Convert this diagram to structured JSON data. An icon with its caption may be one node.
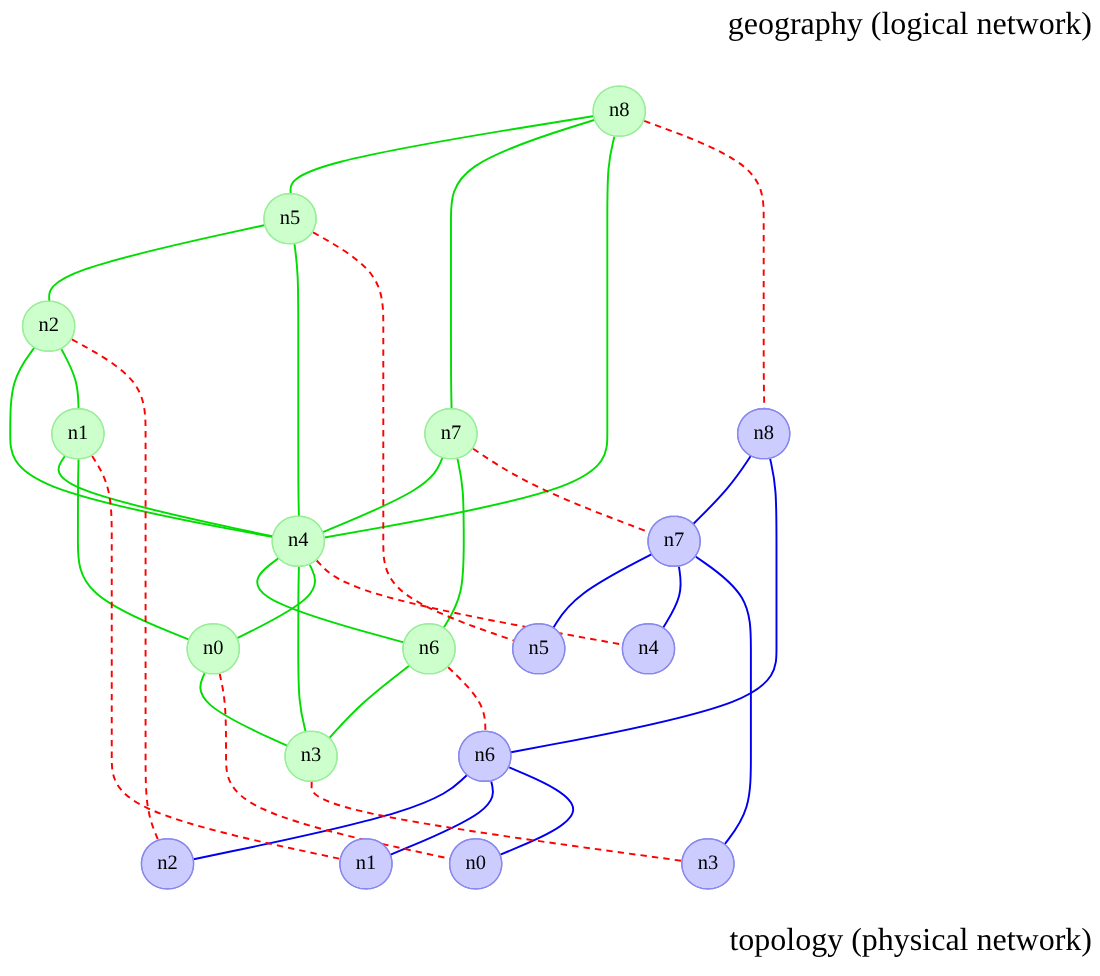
{
  "diagram": {
    "nodes": [
      {
        "text": [
          "n8"
        ]
      },
      {
        "text": [
          "n5"
        ]
      },
      {
        "text": [
          "n7"
        ]
      },
      {
        "text": [
          "n2"
        ]
      },
      {
        "text": [
          "n4"
        ]
      },
      {
        "text": [
          "n6"
        ]
      },
      {
        "text": [
          "n1"
        ]
      },
      {
        "text": [
          "n3"
        ]
      },
      {
        "text": [
          "n0"
        ]
      },
      {
        "text": [
          "n7"
        ]
      },
      {
        "text": [
          "n5"
        ]
      },
      {
        "text": [
          "n4"
        ]
      },
      {
        "text": [
          "n3"
        ]
      },
      {
        "text": [
          "n8"
        ]
      },
      {
        "text": [
          "n6"
        ]
      },
      {
        "text": [
          "n2"
        ]
      },
      {
        "text": [
          "n1"
        ]
      },
      {
        "text": [
          "n0"
        ]
      }
    ],
    "edges": [
      {
        "from": 0,
        "to": 1,
        "arrow": "none"
      },
      {
        "from": 0,
        "to": 2,
        "arrow": "none"
      },
      {
        "from": 0,
        "to": 4,
        "arrow": "none"
      },
      {
        "from": 1,
        "to": 3,
        "arrow": "none"
      },
      {
        "from": 1,
        "to": 4,
        "arrow": "none"
      },
      {
        "from": 2,
        "to": 4,
        "arrow": "none"
      },
      {
        "from": 2,
        "to": 5,
        "arrow": "none"
      },
      {
        "from": 3,
        "to": 4,
        "arrow": "none"
      },
      {
        "from": 3,
        "to": 6,
        "arrow": "none"
      },
      {
        "from": 6,
        "to": 4,
        "arrow": "none"
      },
      {
        "from": 4,
        "to": 5,
        "arrow": "none"
      },
      {
        "from": 4,
        "to": 7,
        "arrow": "none"
      },
      {
        "from": 5,
        "to": 7,
        "arrow": "none"
      },
      {
        "from": 6,
        "to": 8,
        "arrow": "none"
      },
      {
        "from": 4,
        "to": 8,
        "arrow": "none"
      },
      {
        "from": 8,
        "to": 7,
        "arrow": "none"
      },
      {
        "from": 9,
        "to": 10,
        "arrow": "none",
        "color": "#0000ee"
      },
      {
        "from": 9,
        "to": 11,
        "arrow": "none",
        "color": "#0000ee"
      },
      {
        "from": 9,
        "to": 12,
        "arrow": "none",
        "color": "#0000ee"
      },
      {
        "from": 13,
        "to": 9,
        "arrow": "none",
        "color": "#0000ee"
      },
      {
        "from": 13,
        "to": 14,
        "arrow": "none",
        "color": "#0000ee"
      },
      {
        "from": 14,
        "to": 15,
        "arrow": "none",
        "color": "#0000ee"
      },
      {
        "from": 14,
        "to": 16,
        "arrow": "none",
        "color": "#0000ee"
      },
      {
        "from": 14,
        "to": 17,
        "arrow": "none",
        "color": "#0000ee"
      },
      {
        "from": 0,
        "to": 13,
        "arrow": "none",
        "style": "dashed",
        "color": "#ff0000"
      },
      {
        "from": 1,
        "to": 10,
        "arrow": "none",
        "style": "dashed",
        "color": "#ff0000"
      },
      {
        "from": 2,
        "to": 9,
        "arrow": "none",
        "style": "dashed",
        "color": "#ff0000"
      },
      {
        "from": 3,
        "to": 15,
        "arrow": "none",
        "style": "dashed",
        "color": "#ff0000"
      },
      {
        "from": 4,
        "to": 11,
        "arrow": "none",
        "style": "dashed",
        "color": "#ff0000"
      },
      {
        "from": 5,
        "to": 14,
        "arrow": "none",
        "style": "dashed",
        "color": "#ff0000"
      },
      {
        "from": 6,
        "to": 16,
        "arrow": "none",
        "style": "dashed",
        "color": "#ff0000"
      },
      {
        "from": 7,
        "to": 12,
        "arrow": "none",
        "style": "dashed",
        "color": "#ff0000"
      },
      {
        "from": 8,
        "to": 17,
        "arrow": "none",
        "style": "dashed",
        "color": "#ff0000"
      }
    ],
    "labels": [
      "geography (logical network)",
      "topology (physical network)"
    ]
  }
}
